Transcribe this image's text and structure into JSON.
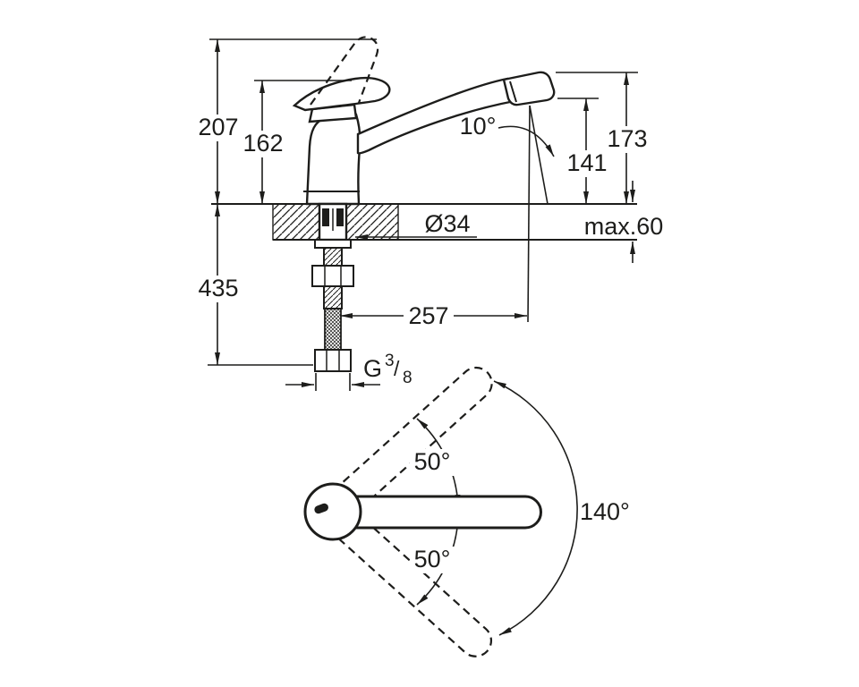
{
  "colors": {
    "ink": "#1d1d1b",
    "background": "#ffffff"
  },
  "side_view": {
    "dimensions": {
      "overall_height": "207",
      "body_height": "162",
      "spout_tilt_angle": "10°",
      "spout_height": "173",
      "outlet_height": "141",
      "mounting_hole_diameter": "Ø34",
      "max_deck_thickness": "max.60",
      "installation_depth": "435",
      "spout_reach": "257"
    },
    "connection_thread": {
      "prefix": "G",
      "numerator": "3",
      "slash": "/",
      "denominator": "8"
    }
  },
  "top_view": {
    "handle_swivel": {
      "upper": "50°",
      "total": "140°",
      "lower": "50°"
    }
  }
}
